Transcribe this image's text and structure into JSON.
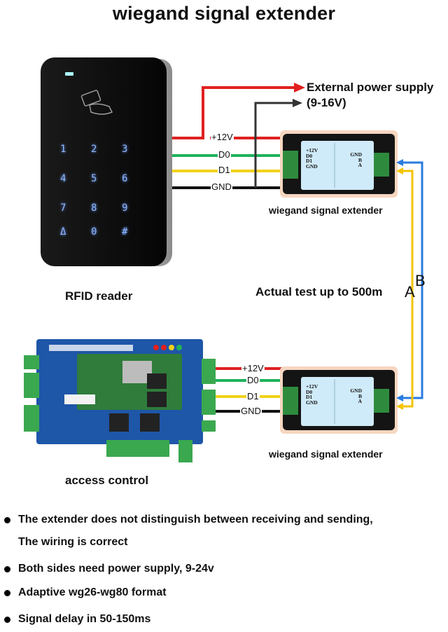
{
  "title": "wiegand signal extender",
  "power_label": {
    "line1": "External power supply",
    "line2": "(9-16V)"
  },
  "reader_label": "RFID reader",
  "access_control_label": "access control",
  "extender_label_top": "wiegand signal extender",
  "extender_label_bottom": "wiegand signal extender",
  "test_distance_label": "Actual test up to 500m",
  "ab_labels": {
    "a": "A",
    "b": "B"
  },
  "wires_top": [
    "+12V",
    "D0",
    "D1",
    "GND"
  ],
  "wires_bottom": [
    "+12V",
    "D0",
    "D1",
    "GND"
  ],
  "extender_left_pins": [
    "+12V",
    "D0",
    "D1",
    "GND"
  ],
  "extender_right_pins": [
    "GND",
    "B",
    "A"
  ],
  "keypad_keys": [
    "1",
    "2",
    "3",
    "4",
    "5",
    "6",
    "7",
    "8",
    "9",
    "Δ",
    "0",
    "#"
  ],
  "wire_colors": {
    "power": "#e02020",
    "d0": "#1fb25a",
    "d1": "#f2d21b",
    "gnd": "#111111",
    "ground_feed": "#333333",
    "line_a": "#f5c400",
    "line_b": "#2a7be0"
  },
  "bullets": [
    {
      "line1": "The extender does not distinguish between receiving and sending,",
      "line2": "The wiring is correct"
    },
    {
      "line1": "Both sides need power supply, 9-24v"
    },
    {
      "line1": "Adaptive wg26-wg80 format"
    },
    {
      "line1": "Signal delay in 50-150ms"
    }
  ]
}
